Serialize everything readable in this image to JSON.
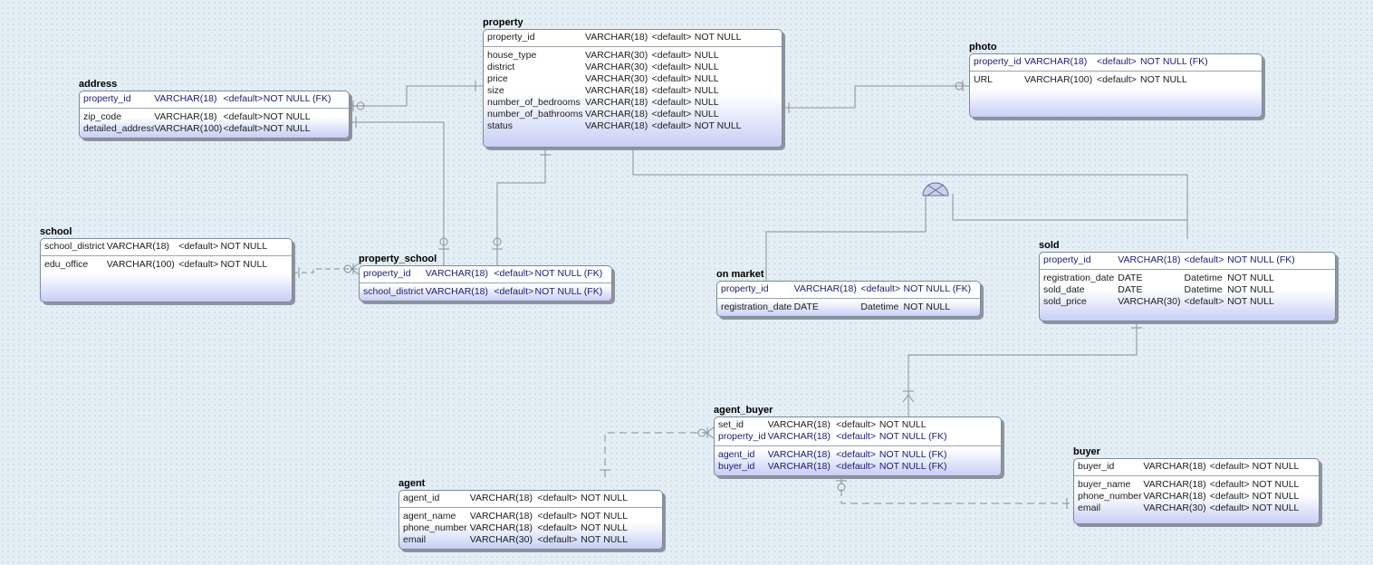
{
  "entities": {
    "property": {
      "title": "property",
      "pk": [
        [
          "property_id",
          "VARCHAR(18)",
          "<default>",
          "NOT NULL"
        ]
      ],
      "rows": [
        [
          "house_type",
          "VARCHAR(30)",
          "<default>",
          "NULL"
        ],
        [
          "district",
          "VARCHAR(30)",
          "<default>",
          "NULL"
        ],
        [
          "price",
          "VARCHAR(30)",
          "<default>",
          "NULL"
        ],
        [
          "size",
          "VARCHAR(18)",
          "<default>",
          "NULL"
        ],
        [
          "number_of_bedrooms",
          "VARCHAR(18)",
          "<default>",
          "NULL"
        ],
        [
          "number_of_bathrooms",
          "VARCHAR(18)",
          "<default>",
          "NULL"
        ],
        [
          "status",
          "VARCHAR(18)",
          "<default>",
          "NOT NULL"
        ]
      ]
    },
    "photo": {
      "title": "photo",
      "pk": [
        [
          "property_id",
          "VARCHAR(18)",
          "<default>",
          "NOT NULL (FK)"
        ]
      ],
      "rows": [
        [
          "URL",
          "VARCHAR(100)",
          "<default>",
          "NOT NULL"
        ]
      ]
    },
    "address": {
      "title": "address",
      "pk": [
        [
          "property_id",
          "VARCHAR(18)",
          "<default>",
          "NOT NULL (FK)"
        ]
      ],
      "rows": [
        [
          "zip_code",
          "VARCHAR(18)",
          "<default>",
          "NOT NULL"
        ],
        [
          "detailed_address",
          "VARCHAR(100)",
          "<default>",
          "NOT NULL"
        ]
      ]
    },
    "school": {
      "title": "school",
      "pk": [
        [
          "school_district",
          "VARCHAR(18)",
          "<default>",
          "NOT NULL"
        ]
      ],
      "rows": [
        [
          "edu_office",
          "VARCHAR(100)",
          "<default>",
          "NOT NULL"
        ]
      ]
    },
    "property_school": {
      "title": "property_school",
      "pk": [
        [
          "property_id",
          "VARCHAR(18)",
          "<default>",
          "NOT NULL (FK)"
        ]
      ],
      "rows": [
        [
          "school_district",
          "VARCHAR(18)",
          "<default>",
          "NOT NULL (FK)"
        ]
      ]
    },
    "on_market": {
      "title": "on market",
      "pk": [
        [
          "property_id",
          "VARCHAR(18)",
          "<default>",
          "NOT NULL (FK)"
        ]
      ],
      "rows": [
        [
          "registration_date",
          "DATE",
          "Datetime",
          "NOT NULL"
        ]
      ]
    },
    "sold": {
      "title": "sold",
      "pk": [
        [
          "property_id",
          "VARCHAR(18)",
          "<default>",
          "NOT NULL (FK)"
        ]
      ],
      "rows": [
        [
          "registration_date",
          "DATE",
          "Datetime",
          "NOT NULL"
        ],
        [
          "sold_date",
          "DATE",
          "Datetime",
          "NOT NULL"
        ],
        [
          "sold_price",
          "VARCHAR(30)",
          "<default>",
          "NOT NULL"
        ]
      ]
    },
    "agent_buyer": {
      "title": "agent_buyer",
      "pk": [
        [
          "set_id",
          "VARCHAR(18)",
          "<default>",
          "NOT NULL"
        ],
        [
          "property_id",
          "VARCHAR(18)",
          "<default>",
          "NOT NULL (FK)"
        ]
      ],
      "rows": [
        [
          "agent_id",
          "VARCHAR(18)",
          "<default>",
          "NOT NULL (FK)"
        ],
        [
          "buyer_id",
          "VARCHAR(18)",
          "<default>",
          "NOT NULL (FK)"
        ]
      ]
    },
    "agent": {
      "title": "agent",
      "pk": [
        [
          "agent_id",
          "VARCHAR(18)",
          "<default>",
          "NOT NULL"
        ]
      ],
      "rows": [
        [
          "agent_name",
          "VARCHAR(18)",
          "<default>",
          "NOT NULL"
        ],
        [
          "phone_number",
          "VARCHAR(18)",
          "<default>",
          "NOT NULL"
        ],
        [
          "email",
          "VARCHAR(30)",
          "<default>",
          "NOT NULL"
        ]
      ]
    },
    "buyer": {
      "title": "buyer",
      "pk": [
        [
          "buyer_id",
          "VARCHAR(18)",
          "<default>",
          "NOT NULL"
        ]
      ],
      "rows": [
        [
          "buyer_name",
          "VARCHAR(18)",
          "<default>",
          "NOT NULL"
        ],
        [
          "phone_number",
          "VARCHAR(18)",
          "<default>",
          "NOT NULL"
        ],
        [
          "email",
          "VARCHAR(30)",
          "<default>",
          "NOT NULL"
        ]
      ]
    }
  },
  "colors": {
    "line": "#8a8f96",
    "fk_text": "#1a1a7a",
    "entity_gradient_end": "#c7cff6"
  }
}
